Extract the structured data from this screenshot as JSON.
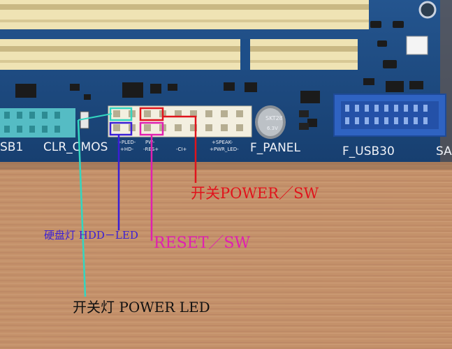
{
  "board_silkscreen": {
    "usb_label": "SB1",
    "clr_cmos": "CLR_CMOS",
    "f_panel": "F_PANEL",
    "f_usb30": "F_USB30",
    "sata_partial": "SA",
    "pled": "+PLED-",
    "hd": "+HD-",
    "pw": "PW-",
    "res": "-RES+",
    "ci": "-CI+",
    "speak": "+SPEAK-",
    "pwr_led": "+PWR_LED-",
    "cap_brand": "SKT28",
    "cap_value": "6.3V"
  },
  "annotations": {
    "power_sw": {
      "text": "开关POWER／SW",
      "color": "#e0141c"
    },
    "hdd_led": {
      "text": "硬盘灯 HDD－LED",
      "color": "#3a1fd6"
    },
    "reset_sw": {
      "text": "RESET／SW",
      "color": "#e020b0"
    },
    "power_led": {
      "text": "开关灯 POWER LED",
      "color": "#111111",
      "line_color": "#33d6c0"
    }
  },
  "colors": {
    "pcb": "#1d4e88",
    "pcb_dark": "#163c6b",
    "slot": "#efe3b4",
    "table": "#c4916a",
    "usb3_header": "#2f63c2",
    "pin_header": "#f3efe0"
  }
}
